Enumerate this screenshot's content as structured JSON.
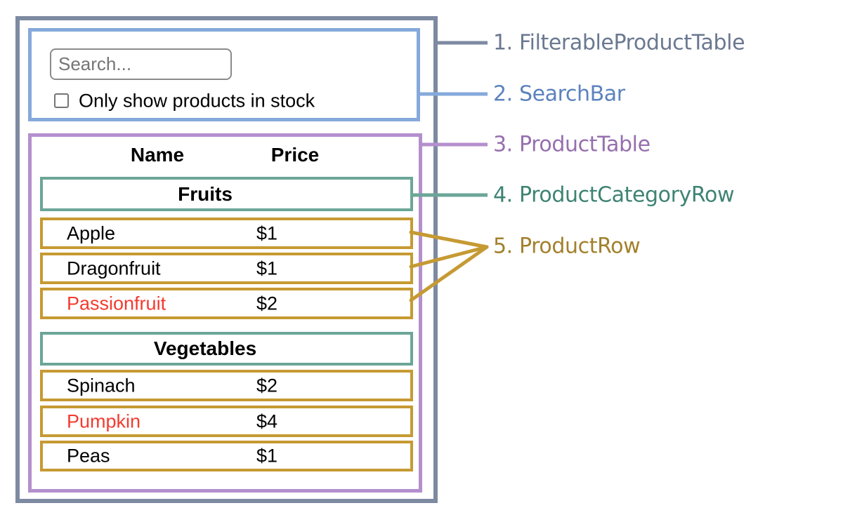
{
  "diagram": {
    "search_bar": {
      "placeholder": "Search...",
      "checkbox_label": "Only show products in stock",
      "checkbox_checked": false
    },
    "table": {
      "columns": [
        "Name",
        "Price"
      ],
      "sections": [
        {
          "category": "Fruits",
          "rows": [
            {
              "name": "Apple",
              "price": "$1"
            },
            {
              "name": "Dragonfruit",
              "price": "$1"
            },
            {
              "name": "Passionfruit",
              "price": "$2"
            }
          ]
        },
        {
          "category": "Vegetables",
          "rows": [
            {
              "name": "Spinach",
              "price": "$2"
            },
            {
              "name": "Pumpkin",
              "price": "$4"
            },
            {
              "name": "Peas",
              "price": "$1"
            }
          ]
        }
      ]
    }
  },
  "legend": {
    "items": [
      {
        "label": "1. FilterableProductTable"
      },
      {
        "label": "2. SearchBar"
      },
      {
        "label": "3. ProductTable"
      },
      {
        "label": "4. ProductCategoryRow"
      },
      {
        "label": "5. ProductRow"
      }
    ]
  },
  "colors": {
    "outer_border": "#7d8aa1",
    "searchbar_border": "#85a9db",
    "table_border": "#b48fcd",
    "category_border": "#6ba698",
    "product_border": "#c69a33",
    "label_outer": "#6a7890",
    "label_searchbar": "#5c83bd",
    "label_table": "#966fad",
    "label_category": "#3e8373",
    "label_product": "#a3802c",
    "out_of_stock_text": "#f43a2e"
  }
}
